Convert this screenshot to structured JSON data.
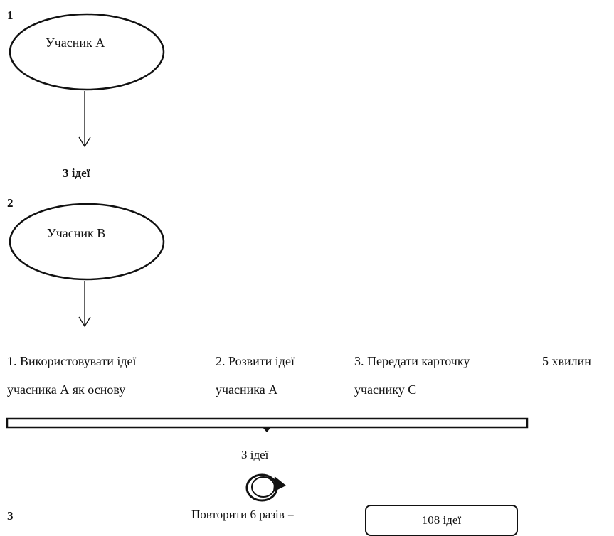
{
  "steps": {
    "first": {
      "number": "1",
      "participant": "Учасник А"
    },
    "ideas_label": "3 ідеї",
    "second": {
      "number": "2",
      "participant": "Учасник В"
    },
    "third": {
      "number": "3"
    }
  },
  "actions": [
    {
      "line1": "1. Використовувати ідеї",
      "line2": "учасника А як основу"
    },
    {
      "line1": "2. Розвити ідеї",
      "line2": "учасника А"
    },
    {
      "line1": "3. Передати карточку",
      "line2": "учаснику С"
    }
  ],
  "time_label": "5 хвилин",
  "bracket_label": "3 ідеї",
  "repeat_label": "Повторити 6 разів =",
  "result": "108 ідеї",
  "icons": {
    "loop": "loop-arrow-icon"
  }
}
